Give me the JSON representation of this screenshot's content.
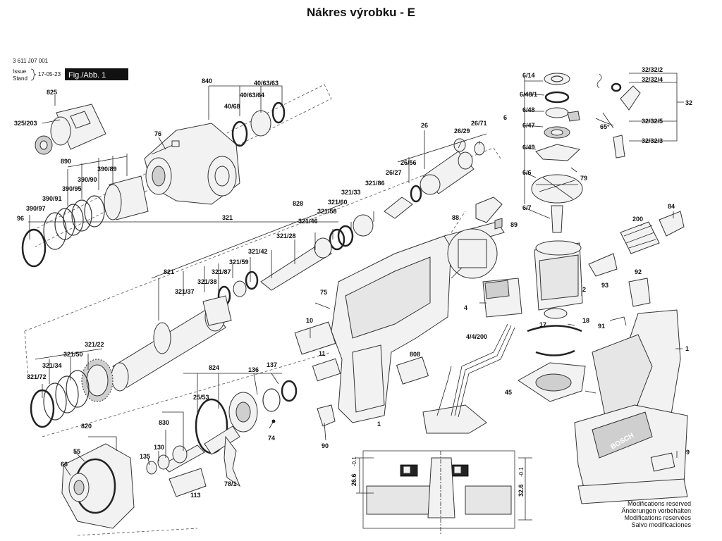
{
  "title": "Nákres výrobku - E",
  "header": {
    "part_number": "3 611 J07 001",
    "issue_label_line1": "Issue",
    "issue_label_line2": "Stand",
    "issue_date": "17-05-23",
    "fig_label": "Fig./Abb. 1"
  },
  "callouts": {
    "c825": "825",
    "c325_203": "325/203",
    "c840": "840",
    "c40_63_63": "40/63/63",
    "c40_63_64": "40/63/64",
    "c40_68": "40/68",
    "c76": "76",
    "c890": "890",
    "c390_89": "390/89",
    "c390_90": "390/90",
    "c390_95": "390/95",
    "c390_91": "390/91",
    "c390_97": "390/97",
    "c96": "96",
    "c321": "321",
    "c828": "828",
    "c26": "26",
    "c26_29": "26/29",
    "c26_71": "26/71",
    "c26_56": "26/56",
    "c26_27": "26/27",
    "c321_86": "321/86",
    "c321_33": "321/33",
    "c321_60": "321/60",
    "c321_58": "321/58",
    "c321_46": "321/46",
    "c321_28": "321/28",
    "c321_42": "321/42",
    "c321_59": "321/59",
    "c821": "821",
    "c321_87": "321/87",
    "c321_38": "321/38",
    "c321_37": "321/37",
    "c321_22": "321/22",
    "c321_50": "321/50",
    "c321_34": "321/34",
    "c321_72": "321/72",
    "c824": "824",
    "c136": "136",
    "c137": "137",
    "c25_53": "25/53",
    "c830": "830",
    "c130": "130",
    "c135": "135",
    "c74": "74",
    "c78_1": "78/1",
    "c113": "113",
    "c820": "820",
    "c55": "55",
    "c66": "66",
    "c75": "75",
    "c10": "10",
    "c11": "11",
    "c808": "808",
    "c1a": "1",
    "c90": "90",
    "c88": "88",
    "c89": "89",
    "c4": "4",
    "c4_4_200": "4/4/200",
    "c6_14": "6/14",
    "c6_48_1": "6/48/1",
    "c6_48": "6/48",
    "c6": "6",
    "c6_47": "6/47",
    "c6_49": "6/49",
    "c6_6": "6/6",
    "c79": "79",
    "c6_7": "6/7",
    "c2": "2",
    "c17": "17",
    "c18": "18",
    "c45": "45",
    "c32_32_2": "32/32/2",
    "c32_32_4": "32/32/4",
    "c32": "32",
    "c32_32_5": "32/32/5",
    "c32_32_3": "32/32/3",
    "c65": "65°",
    "c84": "84",
    "c200": "200",
    "c93": "93",
    "c92": "92",
    "c91": "91",
    "c1b": "1",
    "c9": "9"
  },
  "dimensions": {
    "d26": "26.6",
    "d26_tol": "-0.1",
    "d32": "32.6",
    "d32_tol": "-0.1"
  },
  "notes": [
    "Modifications reserved",
    "Änderungen vorbehalten",
    "Modifications reservées",
    "Salvo modificaciones"
  ],
  "brand": "BOSCH"
}
